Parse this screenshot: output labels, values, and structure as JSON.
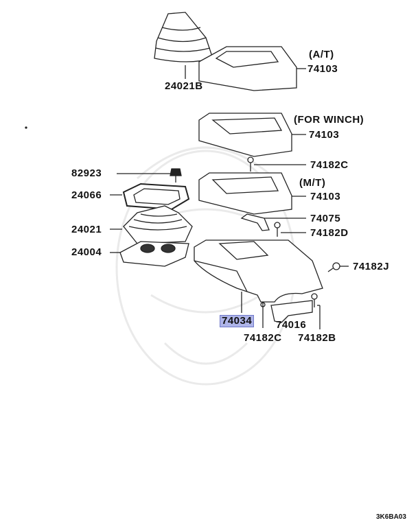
{
  "diagram": {
    "highlight_color": "#aeb4e8",
    "labels": {
      "shift_boot_top": "24021B",
      "at_note": "(A/T)",
      "console_at": "74103",
      "winch_note": "(FOR WINCH)",
      "console_winch": "74103",
      "bolt": "82923",
      "screw_upper": "74182C",
      "retainer_plate": "24066",
      "mt_note": "(M/T)",
      "console_mt": "74103",
      "bracket_small": "74075",
      "boot": "24021",
      "screw_d": "74182D",
      "boot_base": "24004",
      "screw_j": "74182J",
      "console_box": "74034",
      "bracket": "74016",
      "screw_lower": "74182C",
      "screw_b": "74182B"
    },
    "figure_code": "3K6BA03"
  }
}
